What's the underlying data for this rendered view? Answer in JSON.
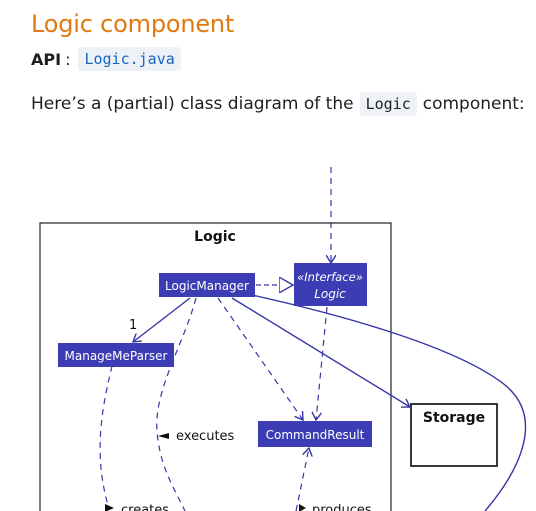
{
  "heading": "Logic component",
  "api": {
    "label": "API",
    "separator": ":",
    "link_text": "Logic.java"
  },
  "intro": {
    "before": "Here’s a (partial) class diagram of the",
    "code": "Logic",
    "after": "component:"
  },
  "diagram": {
    "package_title": "Logic",
    "classes": {
      "logic_manager": "LogicManager",
      "interface_stereotype": "«Interface»",
      "interface_name": "Logic",
      "parser": "ManageMeParser",
      "command_result": "CommandResult",
      "storage": "Storage"
    },
    "labels": {
      "multiplicity": "1",
      "executes": "executes",
      "creates": "creates",
      "produces": "produces"
    },
    "colors": {
      "class_fill": "#3c3cb4",
      "class_text": "#ffffff",
      "arrow": "#3636a8",
      "heading": "#e07a10"
    }
  }
}
